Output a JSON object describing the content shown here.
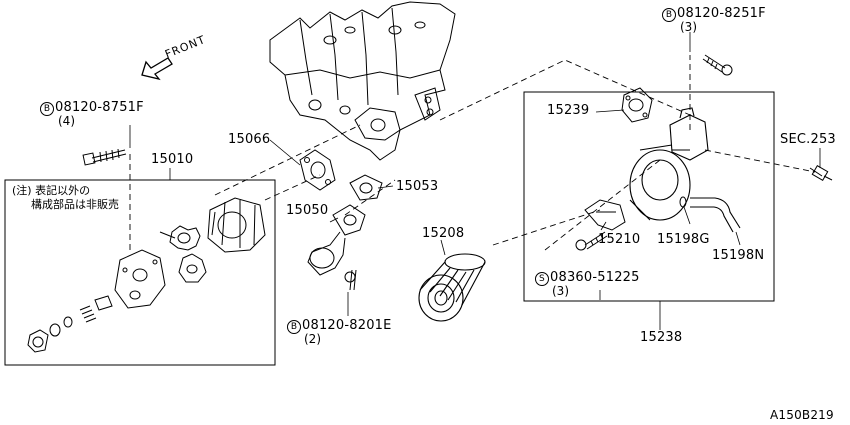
{
  "diagram": {
    "front_label": "FRONT",
    "note_line1": "(注) 表記以外の",
    "note_line2": "構成部品は非販売",
    "figure_code": "A150B219",
    "parts": [
      {
        "id": "p15010",
        "number": "15010"
      },
      {
        "id": "p15066",
        "number": "15066"
      },
      {
        "id": "p15053",
        "number": "15053"
      },
      {
        "id": "p15050",
        "number": "15050"
      },
      {
        "id": "p15208",
        "number": "15208"
      },
      {
        "id": "p15239",
        "number": "15239"
      },
      {
        "id": "p15210",
        "number": "15210"
      },
      {
        "id": "p15198G",
        "number": "15198G"
      },
      {
        "id": "p15198N",
        "number": "15198N"
      },
      {
        "id": "p15238",
        "number": "15238"
      },
      {
        "id": "sec253",
        "number": "SEC.253"
      }
    ],
    "fasteners": [
      {
        "id": "b1",
        "prefix": "B",
        "number": "08120-8751F",
        "qty": "(4)"
      },
      {
        "id": "b2",
        "prefix": "B",
        "number": "08120-8251F",
        "qty": "(3)"
      },
      {
        "id": "b3",
        "prefix": "B",
        "number": "08120-8201E",
        "qty": "(2)"
      },
      {
        "id": "s1",
        "prefix": "S",
        "number": "08360-51225",
        "qty": "(3)"
      }
    ]
  }
}
